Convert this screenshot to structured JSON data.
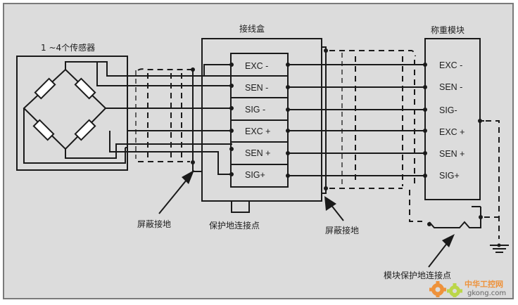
{
  "labels": {
    "sensors": "1 ~4个传感器",
    "junction_box": "接线盒",
    "weighing_module": "称重模块",
    "shield_ground_left": "屏蔽接地",
    "shield_ground_right": "屏蔽接地",
    "protective_earth_point": "保护地连接点",
    "module_protective_earth_point": "模块保护地连接点"
  },
  "junction_terminals": [
    "EXC -",
    "SEN -",
    "SIG -",
    "EXC +",
    "SEN +",
    "SIG+"
  ],
  "module_terminals": [
    "EXC -",
    "SEN -",
    "SIG-",
    "EXC +",
    "SEN +",
    "SIG+"
  ],
  "watermark": {
    "text_cn": "中华工控网",
    "text_en": "gkong.com",
    "colors": {
      "orange": "#f08a2a",
      "green": "#b8d63a"
    }
  },
  "colors": {
    "background": "#dcdcdc",
    "line": "#1a1a1a",
    "border": "#7a7a7a"
  }
}
